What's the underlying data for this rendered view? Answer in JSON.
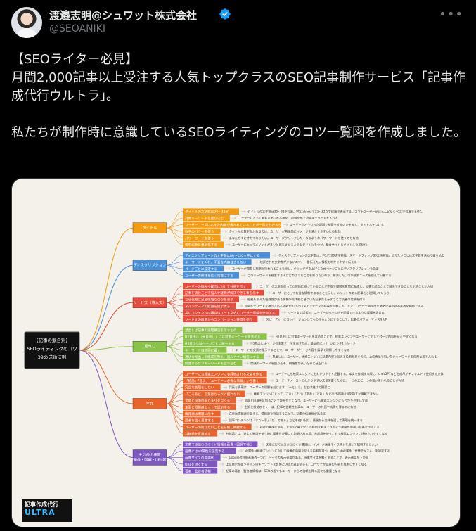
{
  "author": {
    "name": "渡邉志明@シュワット株式会社",
    "handle": "@SEOANIKI",
    "verified_color": "#1d9bf0"
  },
  "post": {
    "text": "【SEOライター必見】\n月間2,000記事以上受注する人気トップクラスのSEO記事制作サービス「記事作成代行ウルトラ」。\n\n私たちが制作時に意識しているSEOライティングのコツ一覧図を作成しました。"
  },
  "icons": {
    "more": "more-dots-icon",
    "verified": "verified-badge-icon"
  },
  "mindmap": {
    "root_title": "【記事の競合別】\nSEOライティングのコツ\n39の成功法則",
    "logo_top": "記事作成代行",
    "logo_bottom": "ULTRA",
    "branches": [
      {
        "label": "タイトル",
        "color": "#f39c12",
        "leaves": [
          {
            "label": "タイトルの文字数は30〜32字",
            "desc": "タイトルの文字数は30〜32字程度。PCに合わせて32〜32文字程度で表示する。スマホユーザーがほとんどなら40文字程度でもOK。"
          },
          {
            "label": "対策キーワードを盛り込む",
            "desc": "ユーザーにとって最も求められる語を、自然な形で対策キーワードを入れる"
          },
          {
            "label": "ユーザーニーズに応えた内容が書かれていることが一目でわかるタイトル",
            "desc": "ユーザーがどういった課題で検索をするのかを考え、タイトルをつける"
          },
          {
            "label": "数字のパワーを使う",
            "desc": "タイトルに数字を入れるのは、ユーザーが具体的にイメージを湧かせやすいため有効"
          },
          {
            "label": "パワーワードを使う",
            "desc": "あなた方々に才力でなりたい。ユーザーがクリックしたくなるようなパワーワードを使うのも有効"
          },
          {
            "label": "他の記事と差別化する",
            "desc": "ユーザーにとってメリットが多いと感じさせるようなタイトルをつけ、競合サイトとタイトルを差別化"
          }
        ]
      },
      {
        "label": "ディスクリプション",
        "color": "#4a90d9",
        "leaves": [
          {
            "label": "ディスクリプションの文字数は80〜120文字にする",
            "desc": "ディスクリプションの文字数は、PCが120文字前後、スマートフォンが80文字前後。伝えたいことは文字数を決めて盛り込む"
          },
          {
            "label": "キーワードを入れ、不要な内容はさせない",
            "desc": "検索された文字数が少ないので、一番伝えたい情報をわかりやすく伝える"
          },
          {
            "label": "ページごとに設定する",
            "desc": "ユーザーが閲覧し判断が行われることを示し、クリック率を上げるためページごとにディスクリプションを設定"
          },
          {
            "label": "ユーザーの興味を惹く内容にする",
            "desc": "このキーワードを検索する人はどのようなことを知りたいのか、解決したいのか検索ニーズを捉えて行動する"
          }
        ]
      },
      {
        "label": "リード文（導入文）",
        "color": "#e74c3c",
        "leaves": [
          {
            "label": "ユーザーの悩みや疑問に対して共感を示す",
            "desc": "ユーザーの文章を使って心理的に寄っていることが不安や疑問を質問に配慮し、記事を読むことで解決できることを示すことが大切"
          },
          {
            "label": "記事を読むことで悩みや疑問が解決できる事を示す",
            "desc": "ユーザーにとって有益な情報であることを示し、メリットのある記事だと理解してもらう"
          },
          {
            "label": "なぜ信頼に足る情報なのかを示す",
            "desc": "根拠も添えた権威性がある情報や実体験に基づいた記事だと示すことで読者の信頼を得る"
          },
          {
            "label": "メインテーマの結論を提示する",
            "desc": "対策キーワードを調べている読者が知りたいメインテーマの結論を記載することで、ユーザー満足度を高め記事の読み進めを期待できる"
          },
          {
            "label": "長いコンテンツの場合はリード文内にユーザー情報を追加する",
            "desc": "リード文の認知で、ユーザーがページ内を閲覧できるような導線を設ける"
          },
          {
            "label": "リード文の段階からコンバージョン獲得を狙う",
            "desc": "スピーディーにコンバージョンしてもらえるようにすることで、記事のパフォーマンスをUP"
          }
        ]
      },
      {
        "label": "見出し",
        "color": "#8bc34a",
        "leaves": [
          {
            "label": "見出しは記事の論理構造を示すもの",
            "desc": ""
          },
          {
            "label": "H2見出し（大見出し）には対策キーワードを含める",
            "desc": "H2見出しに対策キーワードを含めることで、検索エンジンやユーザーに対してページ内容を伝えやすくなる"
          },
          {
            "label": "H3見出しはページごとに統一する",
            "desc": "H3見出しはページの主要テーマを表すため、基本的に1ページにつき1つがベター"
          },
          {
            "label": "キーワードは文頭に置く",
            "desc": "キーワードを文頭で提示することで、ユーザーがページ内容を素早く理解しやすくなる"
          },
          {
            "label": "適切な見出しで構成を整え、読みやすい構造にする",
            "desc": "見出しは、ユーザー、検索エンジンに記事内容を伝える役割を担うので、上位表示を狙いたいキーワードを自然な形で入れる"
          },
          {
            "label": "関連するサブキーワードも盛り込む",
            "desc": "関連キーワードを盛り込み、網羅性が高い記事に仕上げる"
          }
        ]
      },
      {
        "label": "本文",
        "color": "#e8642c",
        "leaves": [
          {
            "label": "ユーザーにも検索エンジンにも評価される文章を作る",
            "desc": "ユーザーにも検索エンジンにもわかりやすく記載する。本文を作成する際に、chatGPTなど生成AIがデフォルトで使用する文体"
          },
          {
            "label": "「結論」「答え」「ユーザーに必要な情報」から書く",
            "desc": "ユーザーファーストでわかりやすい文章を書くために、一つの文に一つの思いをいれることが大切"
          },
          {
            "label": "冗長な表現をしない",
            "desc": "冗長な表現は、ユーザーの理解を妨げます。「〜という」などは避けて簡潔に"
          },
          {
            "label": "「こそあど」言葉はなるべく使わない",
            "desc": "検索エンジンにとって「これ」「それ」「あれ」「どれ」などの代名詞は何を指すか理解できない"
          },
          {
            "label": "文章と段落のまとまりをつくる",
            "desc": "文章と段落を区切ることで読みやすくなり、ユーザーにも検索エンジンにもわかりやすい文章"
          },
          {
            "label": "主張と根拠はセットで提示する",
            "desc": "主張と根拠のセットは、記事の信頼性を高め、ユーザーの共感や納得を得るのに有効"
          },
          {
            "label": "情報源は明確に示す",
            "desc": "文章は情報源で支える。情報源を明記することで、記事の信頼性が高まる"
          },
          {
            "label": "読者を強く意識する",
            "desc": "記事コンテンツは「すぐ一手」「だ・である」などを使い分け、最後から全体を通して表現を統一する"
          },
          {
            "label": "ユーザーの知りたいことを分析し網羅する",
            "desc": "読者の意図を汲み、1つの記事で全ての疑問を解消できるよう網羅性の高い記事を作成する"
          },
          {
            "label": "共起語を意識する",
            "desc": "共起語とは、特定の単語を使う時に関連性が高いと判断される語。共起語を使うことで検索エンジンに評価されやすくなる"
          }
        ]
      },
      {
        "label": "その他の施策\n（画像・図解・URL等）",
        "color": "#7e57c2",
        "leaves": [
          {
            "label": "文章では伝わりにくい情報は画像・図解で補う",
            "desc": "文章だけでは分かりにくい情報は、イメージ画像やイラストを用いて説明するとよい"
          },
          {
            "label": "画像にはalt属性を設定する",
            "desc": "alt属性は検索エンジンに対して画像の内容を伝える役割を持つ。画像にはalt属性（代替テキスト）を設定する"
          },
          {
            "label": "画像サイズの最適化",
            "desc": "Googleの評価基準の一つに、ページの表示速度がある。画像サイズを軽くすることで、表示速度が上がる"
          },
          {
            "label": "URLを短くする",
            "desc": "上位表示を狙うメインのキーワードを含めたURLを設定すると、ユーザーが記事の内容を推測しやすくなる"
          },
          {
            "label": "著者・監修者情報",
            "desc": "記事の著者・監修者情報は、SEOの面でもユーザーからの信頼を得る面でも重要となる"
          }
        ]
      }
    ]
  }
}
